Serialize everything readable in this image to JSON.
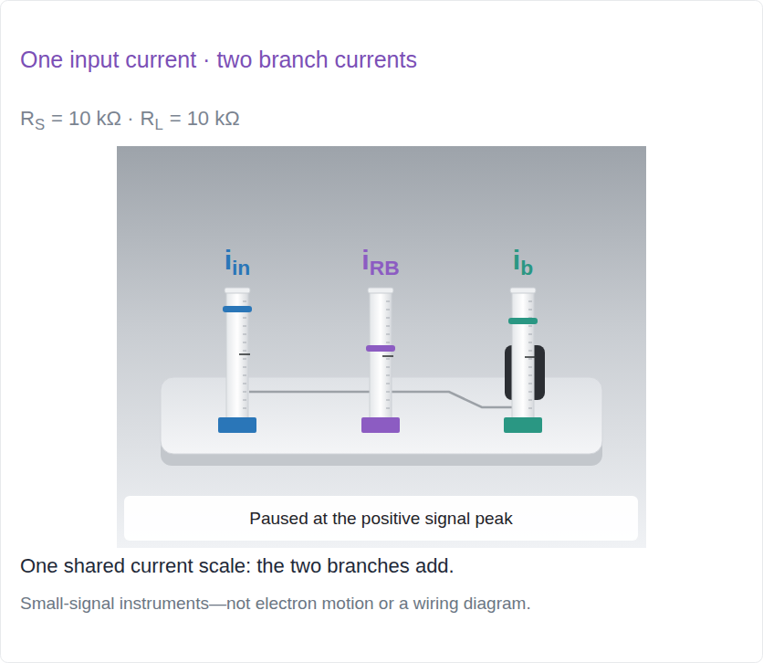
{
  "diagram": {
    "title": "One input current · two branch currents",
    "caption": "One shared current scale: the two branches add.",
    "nodes": [
      {
        "text": [
          "Paused at the positive signal peak"
        ]
      }
    ],
    "labels": [
      "R",
      "S",
      "= 10 kΩ ·",
      "R",
      "L",
      "= 10 kΩ",
      "i",
      "in",
      "i",
      "RB",
      "i",
      "b",
      "Small-signal instruments—not electron motion or a wiring diagram."
    ]
  }
}
